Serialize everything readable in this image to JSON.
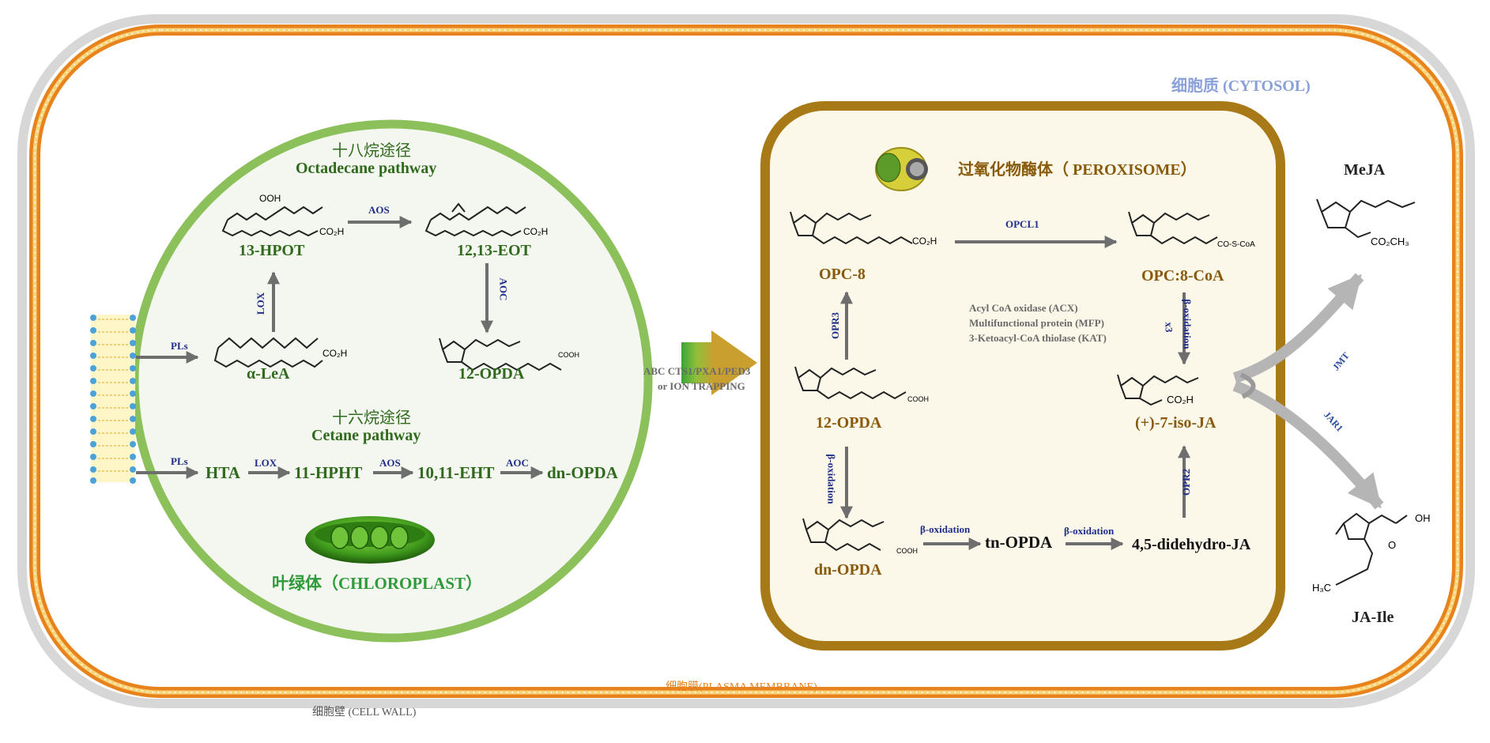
{
  "compartments": {
    "cytosol": "细胞质 (CYTOSOL)",
    "peroxisome": "过氧化物酶体（ PEROXISOME）",
    "chloroplast": "叶绿体（CHLOROPLAST）",
    "plasma_membrane": "细胞膜(PLASMA MEMBRANE)",
    "cell_wall": "细胞壁 (CELL WALL)"
  },
  "chloroplast": {
    "octadecane_cn": "十八烷途径",
    "octadecane_en": "Octadecane pathway",
    "cetane_cn": "十六烷途径",
    "cetane_en": "Cetane pathway",
    "compounds": {
      "hpot": "13-HPOT",
      "eot": "12,13-EOT",
      "lea": "α-LeA",
      "opda": "12-OPDA",
      "hta": "HTA",
      "hpht": "11-HPHT",
      "eht": "10,11-EHT",
      "dnopda": "dn-OPDA"
    },
    "enzymes": {
      "aos1": "AOS",
      "lox1": "LOX",
      "aoc1": "AOC",
      "pls1": "PLs",
      "pls2": "PLs",
      "lox2": "LOX",
      "aos2": "AOS",
      "aoc2": "AOC"
    },
    "struct": {
      "ooh": "OOH",
      "co2h_1": "CO₂H",
      "co2h_2": "CO₂H",
      "co2h_3": "CO₂H",
      "cooh": "COOH"
    }
  },
  "transport": {
    "line1": "ABC CTS1/PXA1/PED3",
    "line2": "or ION TRAPPING"
  },
  "peroxisome": {
    "compounds": {
      "opc8": "OPC-8",
      "opc8coa": "OPC:8-CoA",
      "opda": "12-OPDA",
      "isoja": "(+)-7-iso-JA",
      "dnopda": "dn-OPDA",
      "tnopda": "tn-OPDA",
      "didehydro": "4,5-didehydro-JA"
    },
    "enzymes": {
      "opcl1": "OPCL1",
      "opr3": "OPR3",
      "beta_ox_v1": "β-oxidation",
      "beta_ox_v2": "β-oxidation",
      "x3": "x3",
      "beta_ox_h1": "β-oxidation",
      "beta_ox_h2": "β-oxidation",
      "opr2": "OPR2"
    },
    "beta_enzymes": [
      "Acyl CoA oxidase (ACX)",
      "Multifunctional protein (MFP)",
      "3-Ketoacyl-CoA thiolase (KAT)"
    ],
    "struct": {
      "co2h_opc8": "CO₂H",
      "coscoa": "CO-S-CoA",
      "cooh_opda": "COOH",
      "co2h_ja": "CO₂H",
      "cooh_dn": "COOH"
    }
  },
  "cytosol": {
    "meja": "MeJA",
    "jaile": "JA-Ile",
    "jmt": "JMT",
    "jar1": "JAR1",
    "meja_ester": "CO₂CH₃",
    "oh": "OH",
    "o": "O",
    "h3c": "H₃C"
  },
  "colors": {
    "membrane_orange": "#e8821c",
    "chloroplast_green": "#8cc05a",
    "peroxisome_brown": "#a87a17",
    "peroxisome_fill": "#fbf8e9",
    "arrow_gray": "#6e6e6e",
    "enzyme_blue": "#1f2e8a"
  }
}
